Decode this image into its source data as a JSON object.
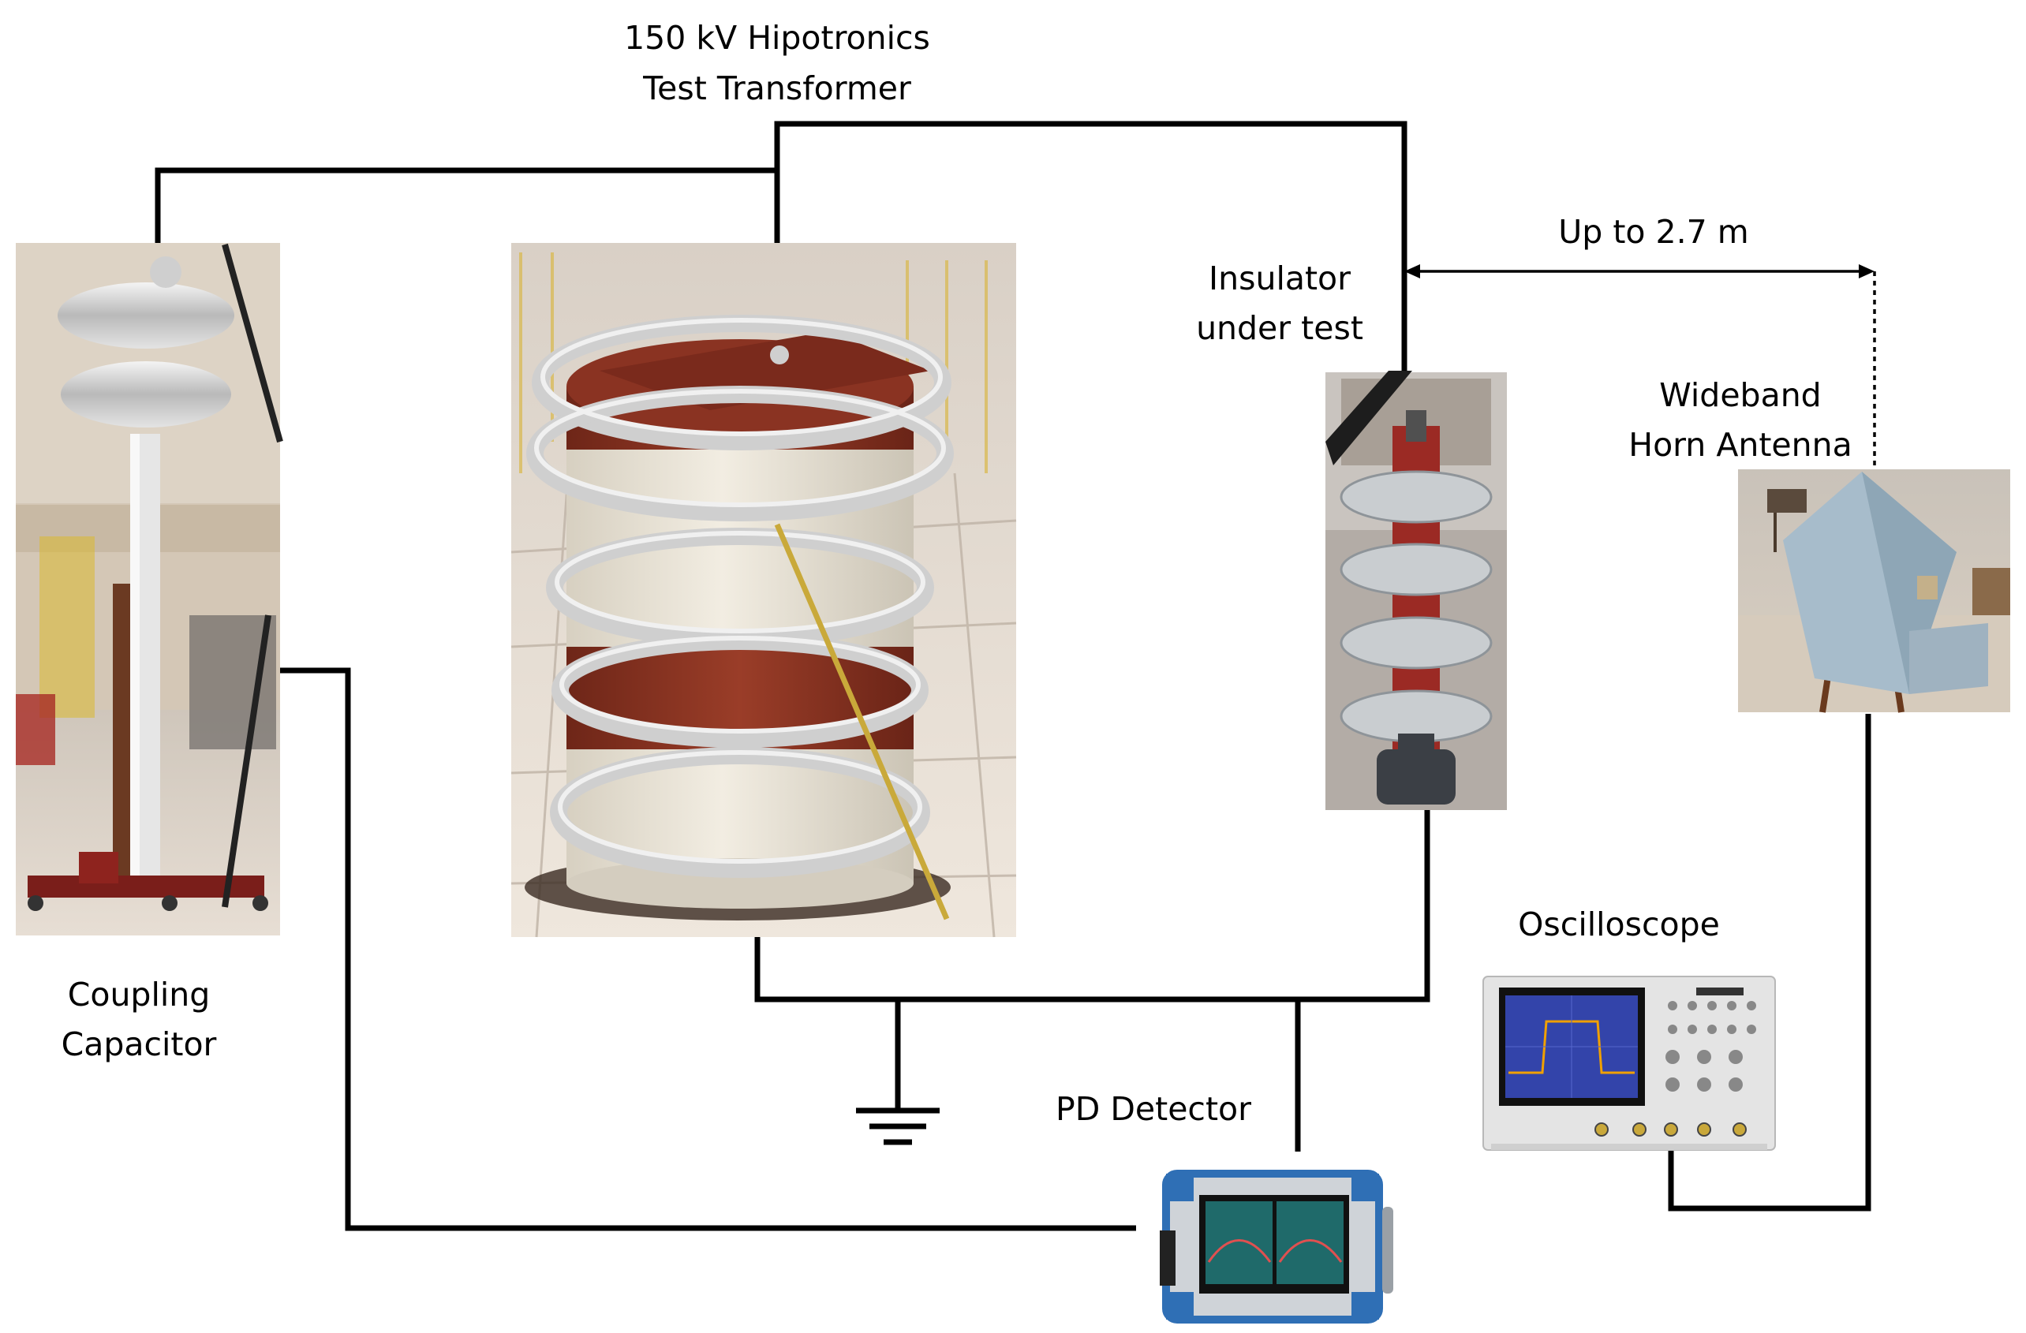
{
  "labels": {
    "transformer_line1": "150 kV Hipotronics",
    "transformer_line2": "Test Transformer",
    "insulator_line1": "Insulator",
    "insulator_line2": "under test",
    "distance": "Up to 2.7 m",
    "antenna_line1": "Wideband",
    "antenna_line2": "Horn Antenna",
    "oscilloscope": "Oscilloscope",
    "coupling_line1": "Coupling",
    "coupling_line2": "Capacitor",
    "pd_detector": "PD Detector"
  },
  "colors": {
    "wire": "#000000",
    "insulator_red": "#9b2a24",
    "insulator_grey": "#c9cdd0",
    "transformer_cream": "#e9e3d6",
    "transformer_brown": "#8a3322",
    "ring_silver": "#d6d6d6",
    "antenna_blue": "#a7bccb",
    "scope_screen": "#3344aa",
    "detector_blue": "#2f6fb5"
  }
}
